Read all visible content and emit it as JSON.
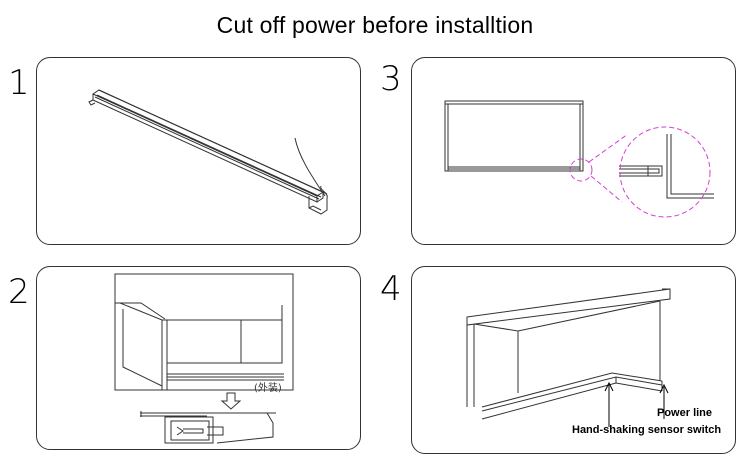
{
  "header": {
    "title": "Cut off power before installtion"
  },
  "steps": [
    {
      "number": "1"
    },
    {
      "number": "2",
      "note": "(外装)"
    },
    {
      "number": "3"
    },
    {
      "number": "4",
      "labels": {
        "power_line": "Power line",
        "sensor_switch": "Hand-shaking sensor switch"
      }
    }
  ],
  "colors": {
    "outline": "#333333",
    "magnifier": "#d43fd4"
  },
  "icons": {
    "arrow": "down-arrow-icon"
  }
}
